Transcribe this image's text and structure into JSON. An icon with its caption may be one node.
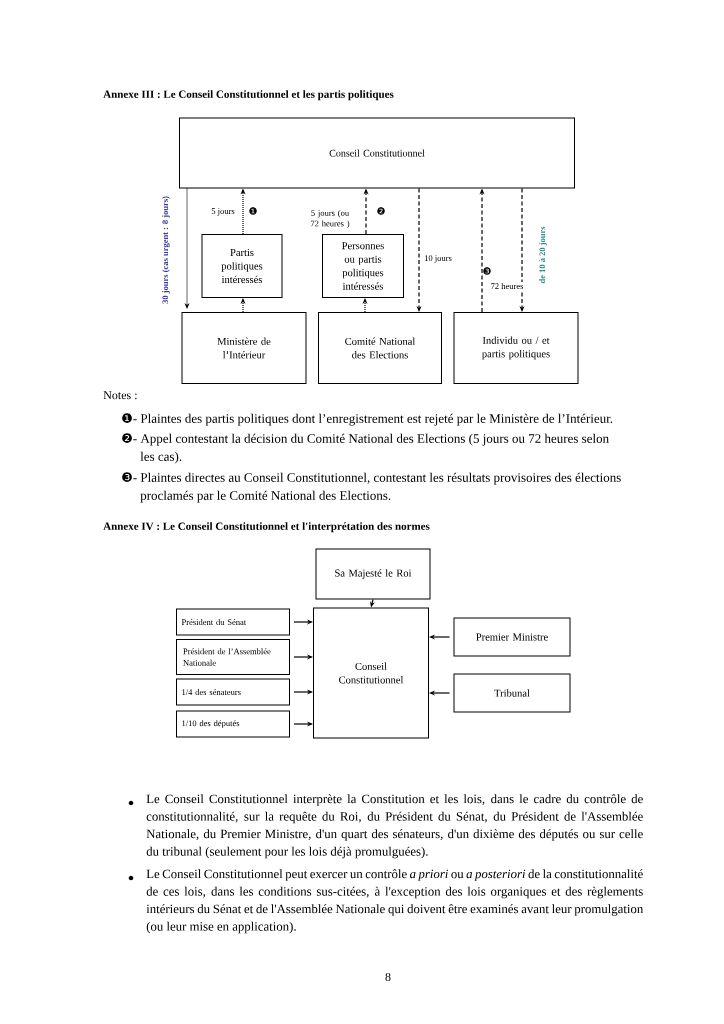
{
  "diagram": {
    "title": "Annexe III : Le Conseil Constitutionnel et les partis politiques",
    "nodes": [
      {
        "text": [
          "Conseil Constitutionnel"
        ]
      },
      {
        "text": [
          "Partis politiques intéressés"
        ]
      },
      {
        "text": [
          "Personnes ou partis politiques intéressés"
        ]
      },
      {
        "text": [
          "Ministère de l’Intérieur"
        ]
      },
      {
        "text": [
          "Comité National des Elections"
        ]
      },
      {
        "text": [
          "Individu ou / et partis politiques"
        ]
      },
      {
        "text": [
          "Sa Majesté le Roi"
        ]
      },
      {
        "text": [
          "Conseil Constitutionnel"
        ]
      },
      {
        "text": [
          "Président du Sénat"
        ]
      },
      {
        "text": [
          "Président de l’Assemblée Nationale"
        ]
      },
      {
        "text": [
          "1/4 des sénateurs"
        ]
      },
      {
        "text": [
          "1/10 des députés"
        ]
      },
      {
        "text": [
          "Premier Ministre"
        ]
      },
      {
        "text": [
          "Tribunal"
        ]
      }
    ],
    "edges": [
      {
        "from": 0,
        "to": 3,
        "arrow": "to",
        "style": "dashed",
        "label": "30 jours (cas urgent : 8 jours)"
      },
      {
        "from": 3,
        "to": 1,
        "arrow": "to",
        "style": "dashed"
      },
      {
        "from": 1,
        "to": 0,
        "arrow": "to",
        "style": "dashed",
        "label": "5 jours"
      },
      {
        "from": 4,
        "to": 2,
        "arrow": "to",
        "style": "dashed"
      },
      {
        "from": 2,
        "to": 0,
        "arrow": "to",
        "style": "dashed",
        "label": "5 jours (ou 72 heures )"
      },
      {
        "from": 0,
        "to": 4,
        "arrow": "to",
        "style": "dashed",
        "label": "10 jours"
      },
      {
        "from": 5,
        "to": 0,
        "arrow": "to",
        "style": "dashed",
        "label": "72 heures"
      },
      {
        "from": 0,
        "to": 5,
        "arrow": "to",
        "style": "dashed",
        "label": "de 10 à 20 jours"
      },
      {
        "from": 6,
        "to": 7,
        "arrow": "to"
      },
      {
        "from": 8,
        "to": 7,
        "arrow": "to"
      },
      {
        "from": 9,
        "to": 7,
        "arrow": "to"
      },
      {
        "from": 10,
        "to": 7,
        "arrow": "to"
      },
      {
        "from": 11,
        "to": 7,
        "arrow": "to"
      },
      {
        "from": 12,
        "to": 7,
        "arrow": "to"
      },
      {
        "from": 13,
        "to": 7,
        "arrow": "to"
      }
    ],
    "labels": [
      "❶",
      "❷",
      "❸",
      "Notes :",
      "❶- Plaintes des partis politiques dont l’enregistrement est rejeté par le Ministère de l’Intérieur.",
      "❷- Appel contestant la décision du Comité National des Elections (5 jours ou 72 heures selon les cas).",
      "❸- Plaintes directes au Conseil Constitutionnel, contestant les résultats provisoires des élections proclamés par le Comité National des Elections.",
      "Annexe IV : Le Conseil Constitutionnel et l'interprétation des normes",
      "Le Conseil Constitutionnel interprète la Constitution et les lois, dans le cadre du contrôle de constitutionnalité, sur la requête du Roi, du Président du Sénat, du Président de l'Assemblée Nationale, du Premier Ministre, d'un quart des sénateurs, d'un dixième des députés ou sur celle du tribunal (seulement pour les lois déjà promulguées).",
      "Le Conseil Constitutionnel peut exercer un contrôle *a priori* ou *a posteriori* de la constitutionnalité de ces lois, dans les conditions sus-citées, à l'exception des lois organiques et des règlements intérieurs du Sénat et de l'Assemblée Nationale qui doivent être examinés avant leur promulgation (ou leur mise en application).",
      "8"
    ]
  }
}
